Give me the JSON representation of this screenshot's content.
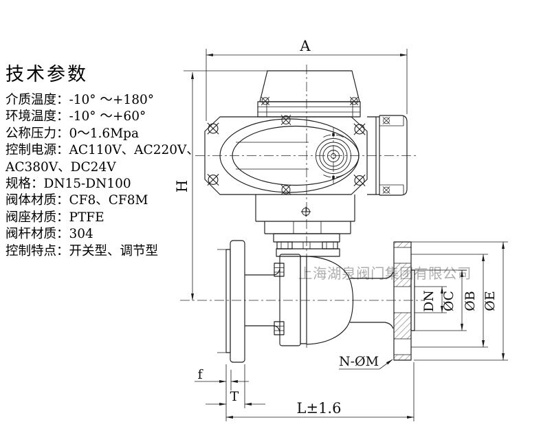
{
  "specs": {
    "title": "技术参数",
    "lines": [
      "介质温度：-10° ～+180°",
      "环境温度：-10° ～+60°",
      "公称压力：0～1.6Mpa",
      "控制电源：AC110V、AC220V、",
      "AC380V、DC24V",
      "规格：DN15-DN100",
      "阀体材质：CF8、CF8M",
      "阀座材质：PTFE",
      "阀杆材质：304",
      "控制特点：开关型、调节型"
    ]
  },
  "watermark": "上海湖泉阀门集团有限公司",
  "dims": {
    "width": "A",
    "height": "H",
    "bore": "DN",
    "raised_face": "ØC",
    "bolt_circle": "ØB",
    "flange_od": "ØE",
    "bolt_holes": "N-ØM",
    "face_height": "f",
    "flange_thickness": "T",
    "length": "L±1.6"
  },
  "colors": {
    "line": "#1a1a1a",
    "watermark": "#8f8f8f"
  }
}
